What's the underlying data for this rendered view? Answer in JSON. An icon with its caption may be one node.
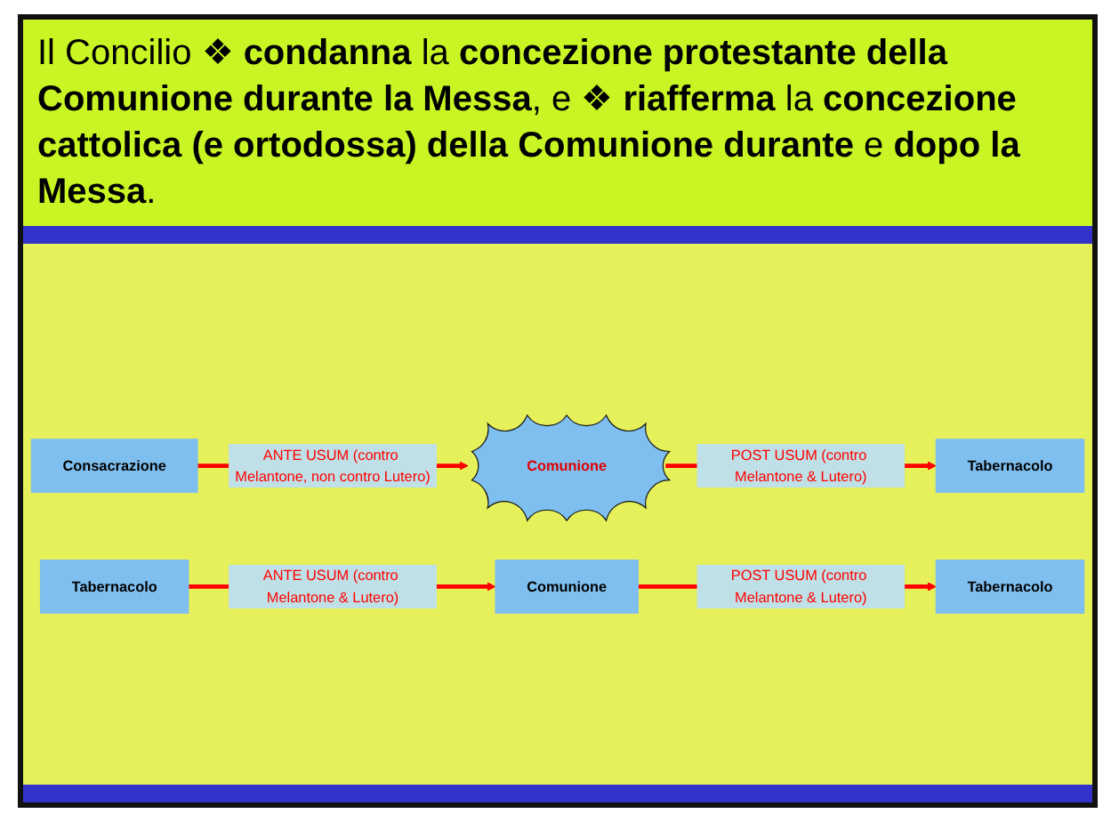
{
  "diagram": {
    "title": "Il Concilio ❖ **condanna** la **concezione protestante della Comunione durante la Messa**, e ❖ **riafferma** la **concezione cattolica (e ortodossa) della Comunione durante** e **dopo la Messa**.",
    "nodes": [
      {
        "text": [
          "Consacrazione"
        ]
      },
      {
        "text": [
          "Comunione"
        ]
      },
      {
        "text": [
          "Tabernacolo"
        ]
      },
      {
        "text": [
          "Tabernacolo"
        ]
      },
      {
        "text": [
          "Comunione"
        ]
      },
      {
        "text": [
          "Tabernacolo"
        ]
      }
    ],
    "edges": [
      {
        "from": 0,
        "to": 1,
        "arrow": "to",
        "label": "ANTE USUM (contro Melantone, non contro Lutero)"
      },
      {
        "from": 1,
        "to": 2,
        "arrow": "to",
        "label": "POST USUM (contro Melantone & Lutero)"
      },
      {
        "from": 3,
        "to": 4,
        "arrow": "to",
        "label": "ANTE USUM (contro Melantone & Lutero)"
      },
      {
        "from": 4,
        "to": 5,
        "arrow": "to",
        "label": "POST USUM (contro Melantone & Lutero)"
      }
    ]
  }
}
